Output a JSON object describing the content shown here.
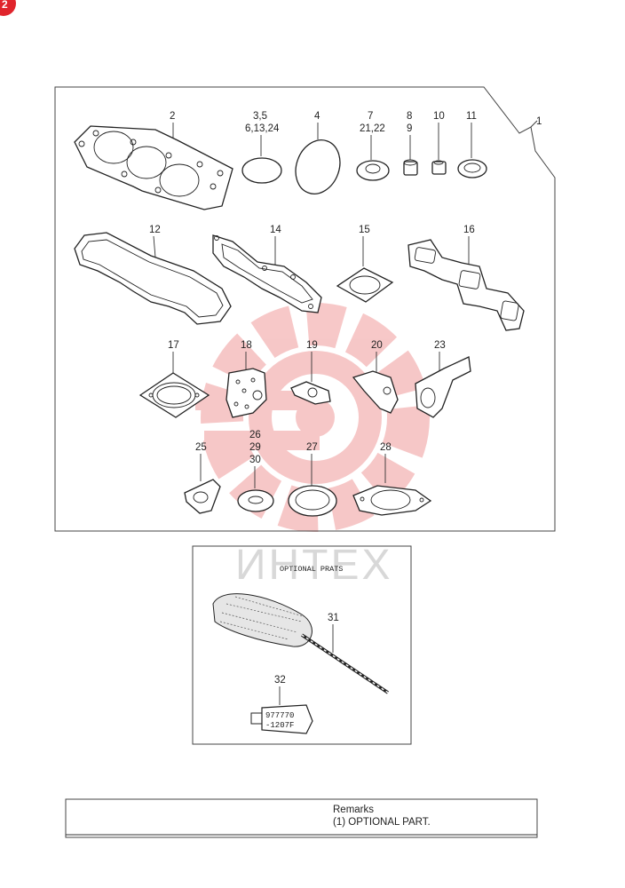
{
  "page_badge": "2",
  "watermark": {
    "text": "ИНТЕХ",
    "color": "#f2a0a0"
  },
  "kit_label": "1",
  "parts": [
    {
      "id": "p2",
      "label": "2"
    },
    {
      "id": "p3",
      "label": "3,5"
    },
    {
      "id": "p3b",
      "label": "6,13,24"
    },
    {
      "id": "p4",
      "label": "4"
    },
    {
      "id": "p7",
      "label": "7"
    },
    {
      "id": "p7b",
      "label": "21,22"
    },
    {
      "id": "p8",
      "label": "8"
    },
    {
      "id": "p8b",
      "label": "9"
    },
    {
      "id": "p10",
      "label": "10"
    },
    {
      "id": "p11",
      "label": "11"
    },
    {
      "id": "p12",
      "label": "12"
    },
    {
      "id": "p14",
      "label": "14"
    },
    {
      "id": "p15",
      "label": "15"
    },
    {
      "id": "p16",
      "label": "16"
    },
    {
      "id": "p17",
      "label": "17"
    },
    {
      "id": "p18",
      "label": "18"
    },
    {
      "id": "p19",
      "label": "19"
    },
    {
      "id": "p20",
      "label": "20"
    },
    {
      "id": "p23",
      "label": "23"
    },
    {
      "id": "p25",
      "label": "25"
    },
    {
      "id": "p26",
      "label": "26"
    },
    {
      "id": "p26b",
      "label": "29"
    },
    {
      "id": "p26c",
      "label": "30"
    },
    {
      "id": "p27",
      "label": "27"
    },
    {
      "id": "p28",
      "label": "28"
    }
  ],
  "optional": {
    "title": "OPTIONAL PRATS",
    "brush_label": "31",
    "tube_label": "32",
    "tube_text_1": "977770",
    "tube_text_2": "-1207F"
  },
  "remarks": {
    "title": "Remarks",
    "line1": "(1) OPTIONAL PART."
  },
  "colors": {
    "badge": "#e0242c",
    "line": "#222222"
  }
}
